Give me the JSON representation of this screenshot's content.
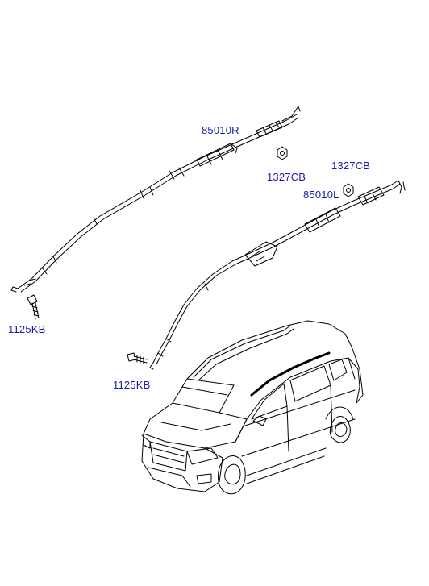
{
  "labels": {
    "right_airbag": "85010R",
    "right_nut": "1327CB",
    "left_nut": "1327CB",
    "left_airbag": "85010L",
    "right_bolt": "1125KB",
    "left_bolt": "1125KB"
  },
  "colors": {
    "label": "#1a1aa8",
    "line": "#000000",
    "background": "#ffffff"
  }
}
